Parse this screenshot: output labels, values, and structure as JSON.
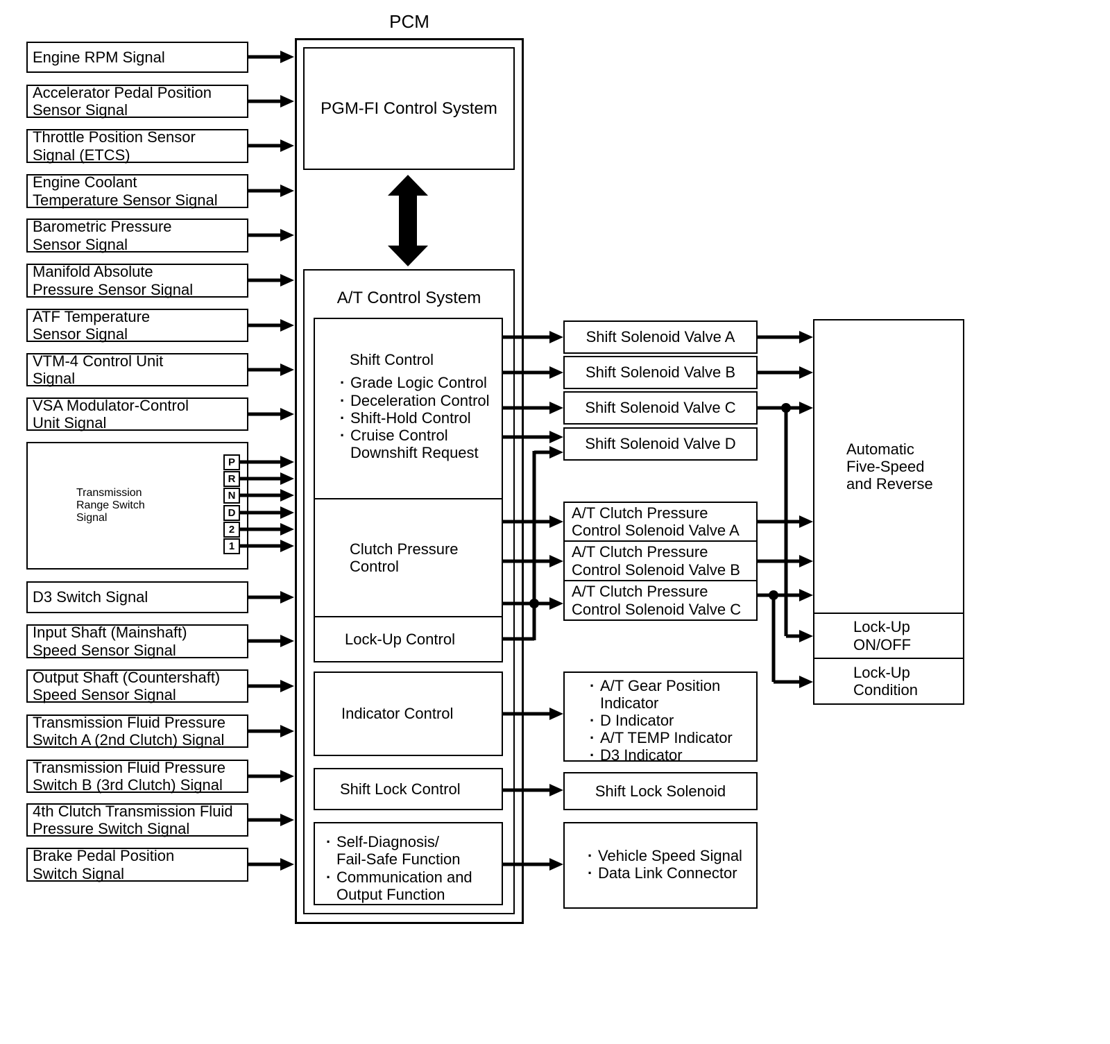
{
  "diagram": {
    "pcm_title": "PCM",
    "inputs": [
      {
        "label": "Engine RPM Signal"
      },
      {
        "label": "Accelerator Pedal Position\nSensor Signal"
      },
      {
        "label": "Throttle Position Sensor\nSignal (ETCS)"
      },
      {
        "label": "Engine Coolant\nTemperature Sensor Signal"
      },
      {
        "label": "Barometric Pressure\nSensor Signal"
      },
      {
        "label": "Manifold Absolute\nPressure Sensor Signal"
      },
      {
        "label": "ATF Temperature\nSensor Signal"
      },
      {
        "label": "VTM-4 Control Unit\nSignal"
      },
      {
        "label": "VSA Modulator-Control\nUnit Signal"
      },
      {
        "label": "D3 Switch Signal"
      },
      {
        "label": "Input Shaft (Mainshaft)\nSpeed Sensor Signal"
      },
      {
        "label": "Output Shaft (Countershaft)\nSpeed Sensor Signal"
      },
      {
        "label": "Transmission Fluid Pressure\nSwitch A (2nd Clutch) Signal"
      },
      {
        "label": "Transmission Fluid Pressure\nSwitch B (3rd Clutch) Signal"
      },
      {
        "label": "4th Clutch Transmission Fluid\nPressure Switch Signal"
      },
      {
        "label": "Brake Pedal Position\nSwitch Signal"
      }
    ],
    "range_switch": {
      "label": "Transmission\nRange Switch\nSignal",
      "positions": [
        "P",
        "R",
        "N",
        "D",
        "2",
        "1"
      ]
    },
    "pcm": {
      "pgmfi_label": "PGM-FI Control System",
      "at_label": "A/T Control System",
      "shift_control": {
        "title": "Shift Control",
        "bullets": [
          "Grade Logic Control",
          "Deceleration Control",
          "Shift-Hold Control",
          "Cruise Control\nDownshift Request"
        ]
      },
      "clutch_pressure_label": "Clutch Pressure\nControl",
      "lockup_label": "Lock-Up Control",
      "indicator_label": "Indicator Control",
      "shift_lock_label": "Shift Lock Control",
      "selfdiag_bullets": [
        "Self-Diagnosis/\nFail-Safe Function",
        "Communication and\nOutput Function"
      ]
    },
    "actuators": {
      "shift_solenoids": [
        "Shift Solenoid Valve A",
        "Shift Solenoid Valve B",
        "Shift Solenoid Valve C",
        "Shift Solenoid Valve D"
      ],
      "clutch_solenoids": [
        "A/T Clutch Pressure\nControl Solenoid Valve A",
        "A/T Clutch Pressure\nControl Solenoid Valve B",
        "A/T Clutch Pressure\nControl Solenoid Valve C"
      ],
      "indicators": [
        "A/T Gear Position\nIndicator",
        "D Indicator",
        "A/T TEMP Indicator",
        "D3 Indicator"
      ],
      "shift_lock_solenoid": "Shift Lock Solenoid",
      "comm": [
        "Vehicle Speed Signal",
        "Data Link Connector"
      ]
    },
    "results": {
      "automatic_label": "Automatic\nFive-Speed\nand Reverse",
      "lockup_onoff_label": "Lock-Up\nON/OFF",
      "lockup_condition_label": "Lock-Up\nCondition"
    }
  }
}
